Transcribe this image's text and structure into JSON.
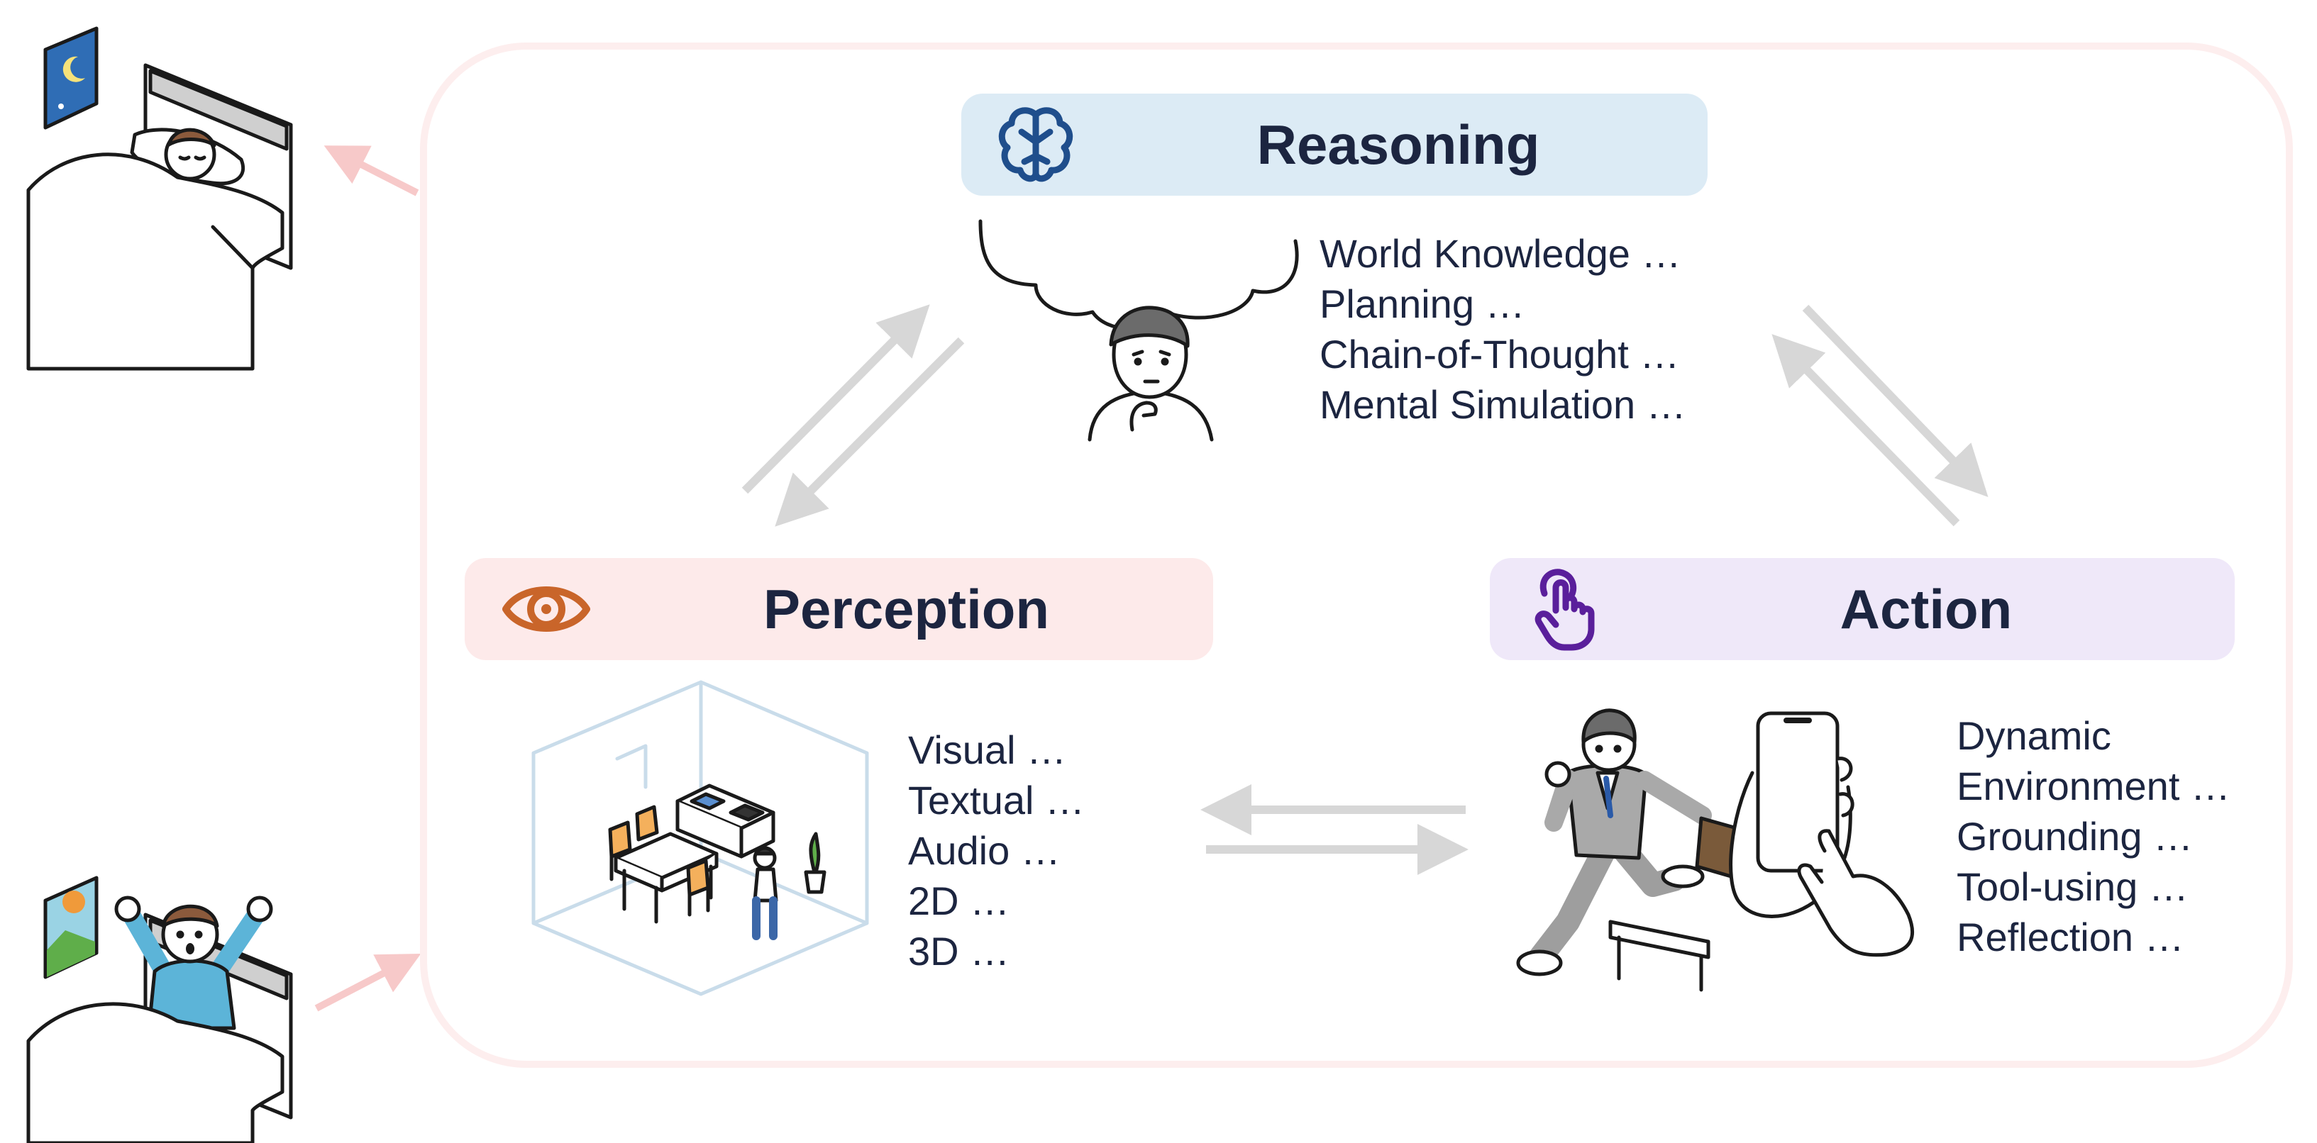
{
  "colors": {
    "frame": "#fdeeee",
    "reasoning_bg": "#dcebf5",
    "reasoning_icon": "#1f4e8c",
    "perception_bg": "#fdeaea",
    "perception_icon": "#c9652a",
    "action_bg": "#efe8f9",
    "action_icon": "#5a1f9b",
    "cycle_arrow": "#f7c9c9",
    "flow_arrow": "#d7d7d7",
    "text": "#1c2540"
  },
  "reasoning": {
    "title": "Reasoning",
    "icon": "brain-icon",
    "items": [
      "World Knowledge …",
      "Planning …",
      "Chain-of-Thought …",
      "Mental Simulation …"
    ]
  },
  "perception": {
    "title": "Perception",
    "icon": "eye-icon",
    "items": [
      "Visual …",
      "Textual …",
      "Audio …",
      "2D …",
      "3D …"
    ]
  },
  "action": {
    "title": "Action",
    "icon": "tap-finger-icon",
    "items": [
      "Dynamic",
      "Environment …",
      "Grounding …",
      "Tool-using …",
      "Reflection …"
    ]
  },
  "illustrations": {
    "sleeping": "person-sleeping-in-bed",
    "waking": "person-waking-up-stretching",
    "thinking": "person-thinking",
    "room": "isometric-room-kitchen",
    "businessman": "businessman-jumping-hurdle",
    "phone": "hand-tapping-smartphone"
  }
}
